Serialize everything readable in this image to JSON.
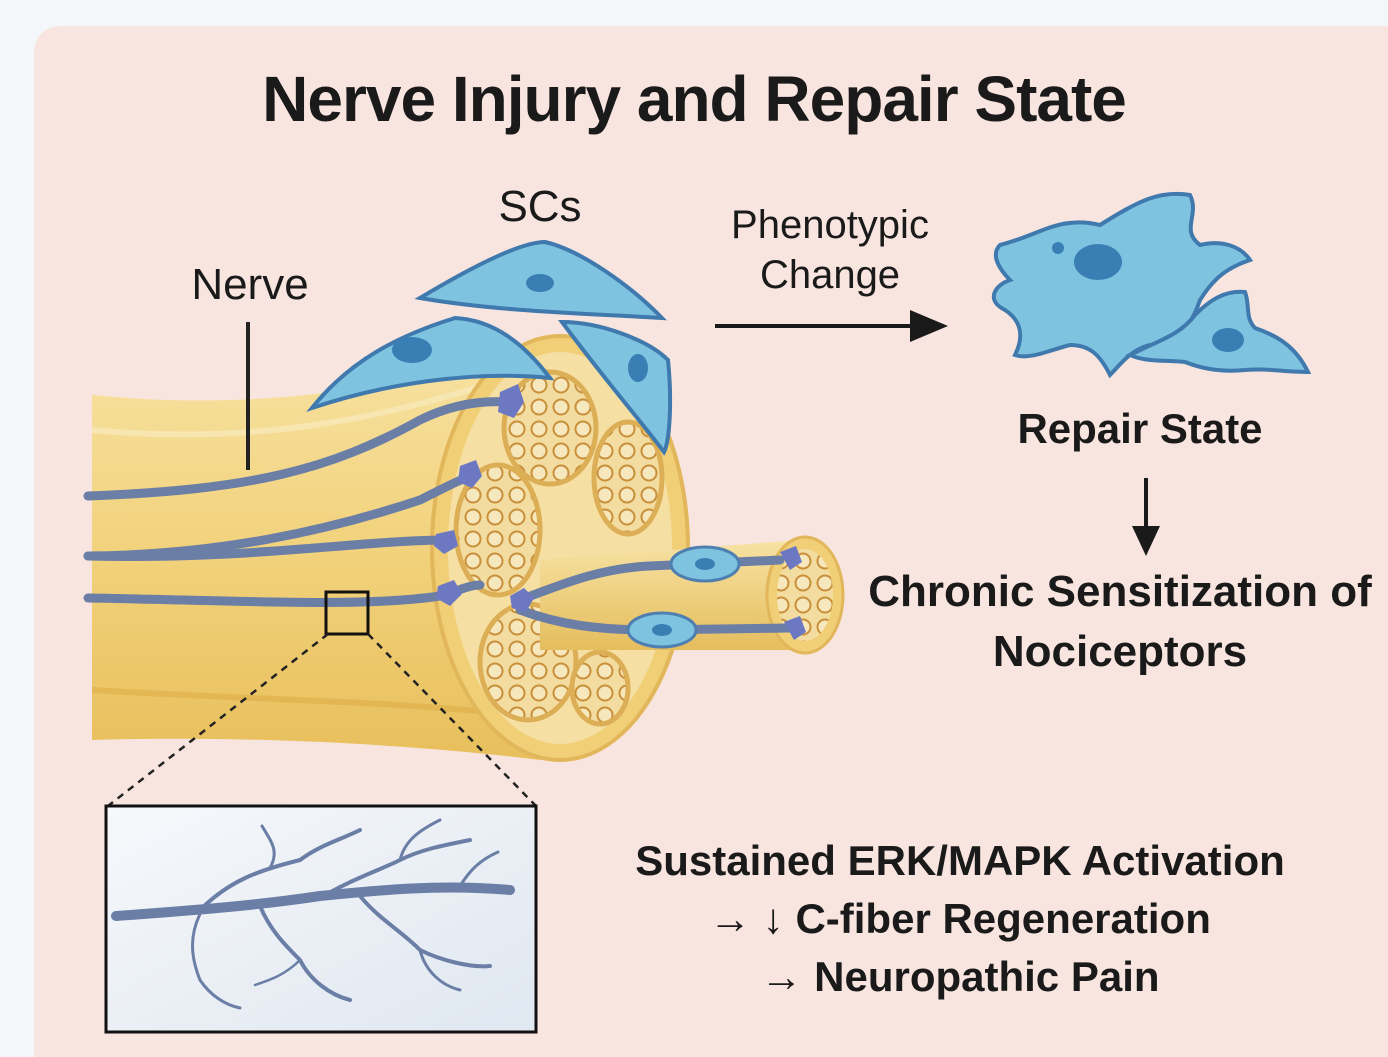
{
  "title": "Nerve Injury and Repair State",
  "labels": {
    "schwann_cells": "SCs",
    "nerve": "Nerve",
    "phenotypic_change": "Phenotypic Change",
    "repair_state": "Repair State",
    "chronic_sensitization": "Chronic Sensitization of Nociceptors",
    "erk_line1": "Sustained ERK/MAPK Activation",
    "erk_line2": "→ ↓ C-fiber Regeneration",
    "erk_line3": "→ Neuropathic Pain"
  },
  "colors": {
    "panel_background": "#f9e5df",
    "nerve_fill": "#f2d58a",
    "fascicle_fill": "#f5e3b0",
    "axon": "#6b7fa8",
    "schwann_cell": "#7ec3e0",
    "schwann_nucleus": "#3a7fb4",
    "text": "#1a1a1a"
  },
  "icons": [
    "nerve-bundle-icon",
    "schwann-cell-icon",
    "repair-cell-icon",
    "arrow-right-icon",
    "arrow-down-icon",
    "magnified-axon-icon"
  ]
}
